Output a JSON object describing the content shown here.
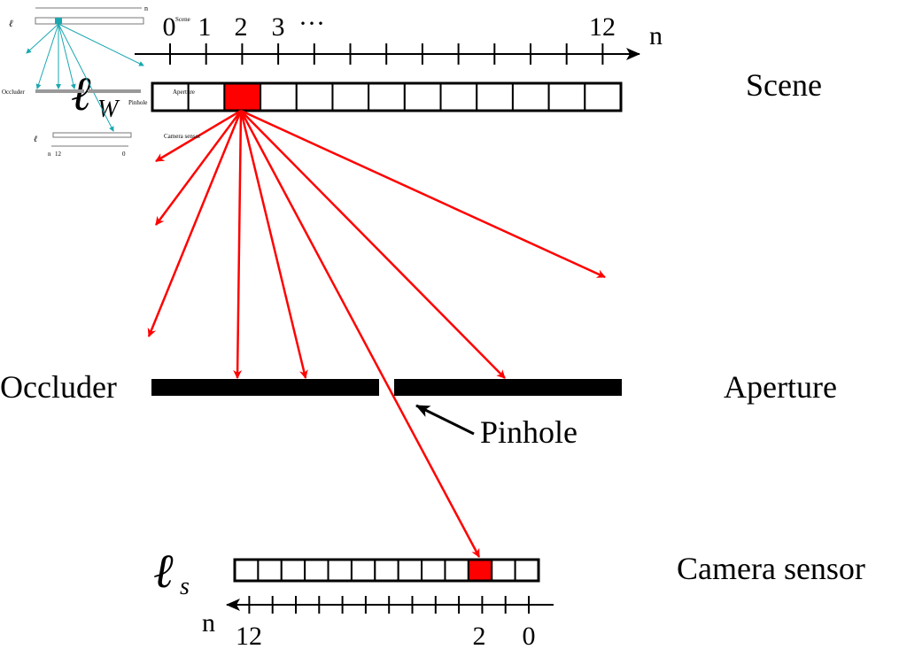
{
  "labels": {
    "scene": "Scene",
    "aperture": "Aperture",
    "camera_sensor": "Camera sensor",
    "occluder": "Occluder",
    "pinhole": "Pinhole",
    "axis_n": "n",
    "lw_symbol": "ℓ",
    "lw_sub": "W",
    "ls_symbol": "ℓ",
    "ls_sub": "s"
  },
  "scene_axis": {
    "ticks": [
      "0",
      "1",
      "2",
      "3",
      "···",
      "12"
    ]
  },
  "sensor_axis": {
    "ticks": [
      "12",
      "2",
      "0"
    ]
  },
  "scene_strip": {
    "cells": 13,
    "highlighted_index": 2
  },
  "sensor_strip": {
    "cells": 13,
    "highlighted_index": 2
  },
  "colors": {
    "ray": "#ff0000",
    "highlight": "#ff0000",
    "ink": "#000000",
    "thumb_ray": "#1aa8b0"
  },
  "thumbnail": {
    "scene": "Scene",
    "occluder": "Occluder",
    "pinhole": "Pinhole",
    "aperture": "Aperture",
    "camera_sensor": "Camera sensor",
    "n": "n",
    "t12": "12",
    "t0": "0"
  }
}
